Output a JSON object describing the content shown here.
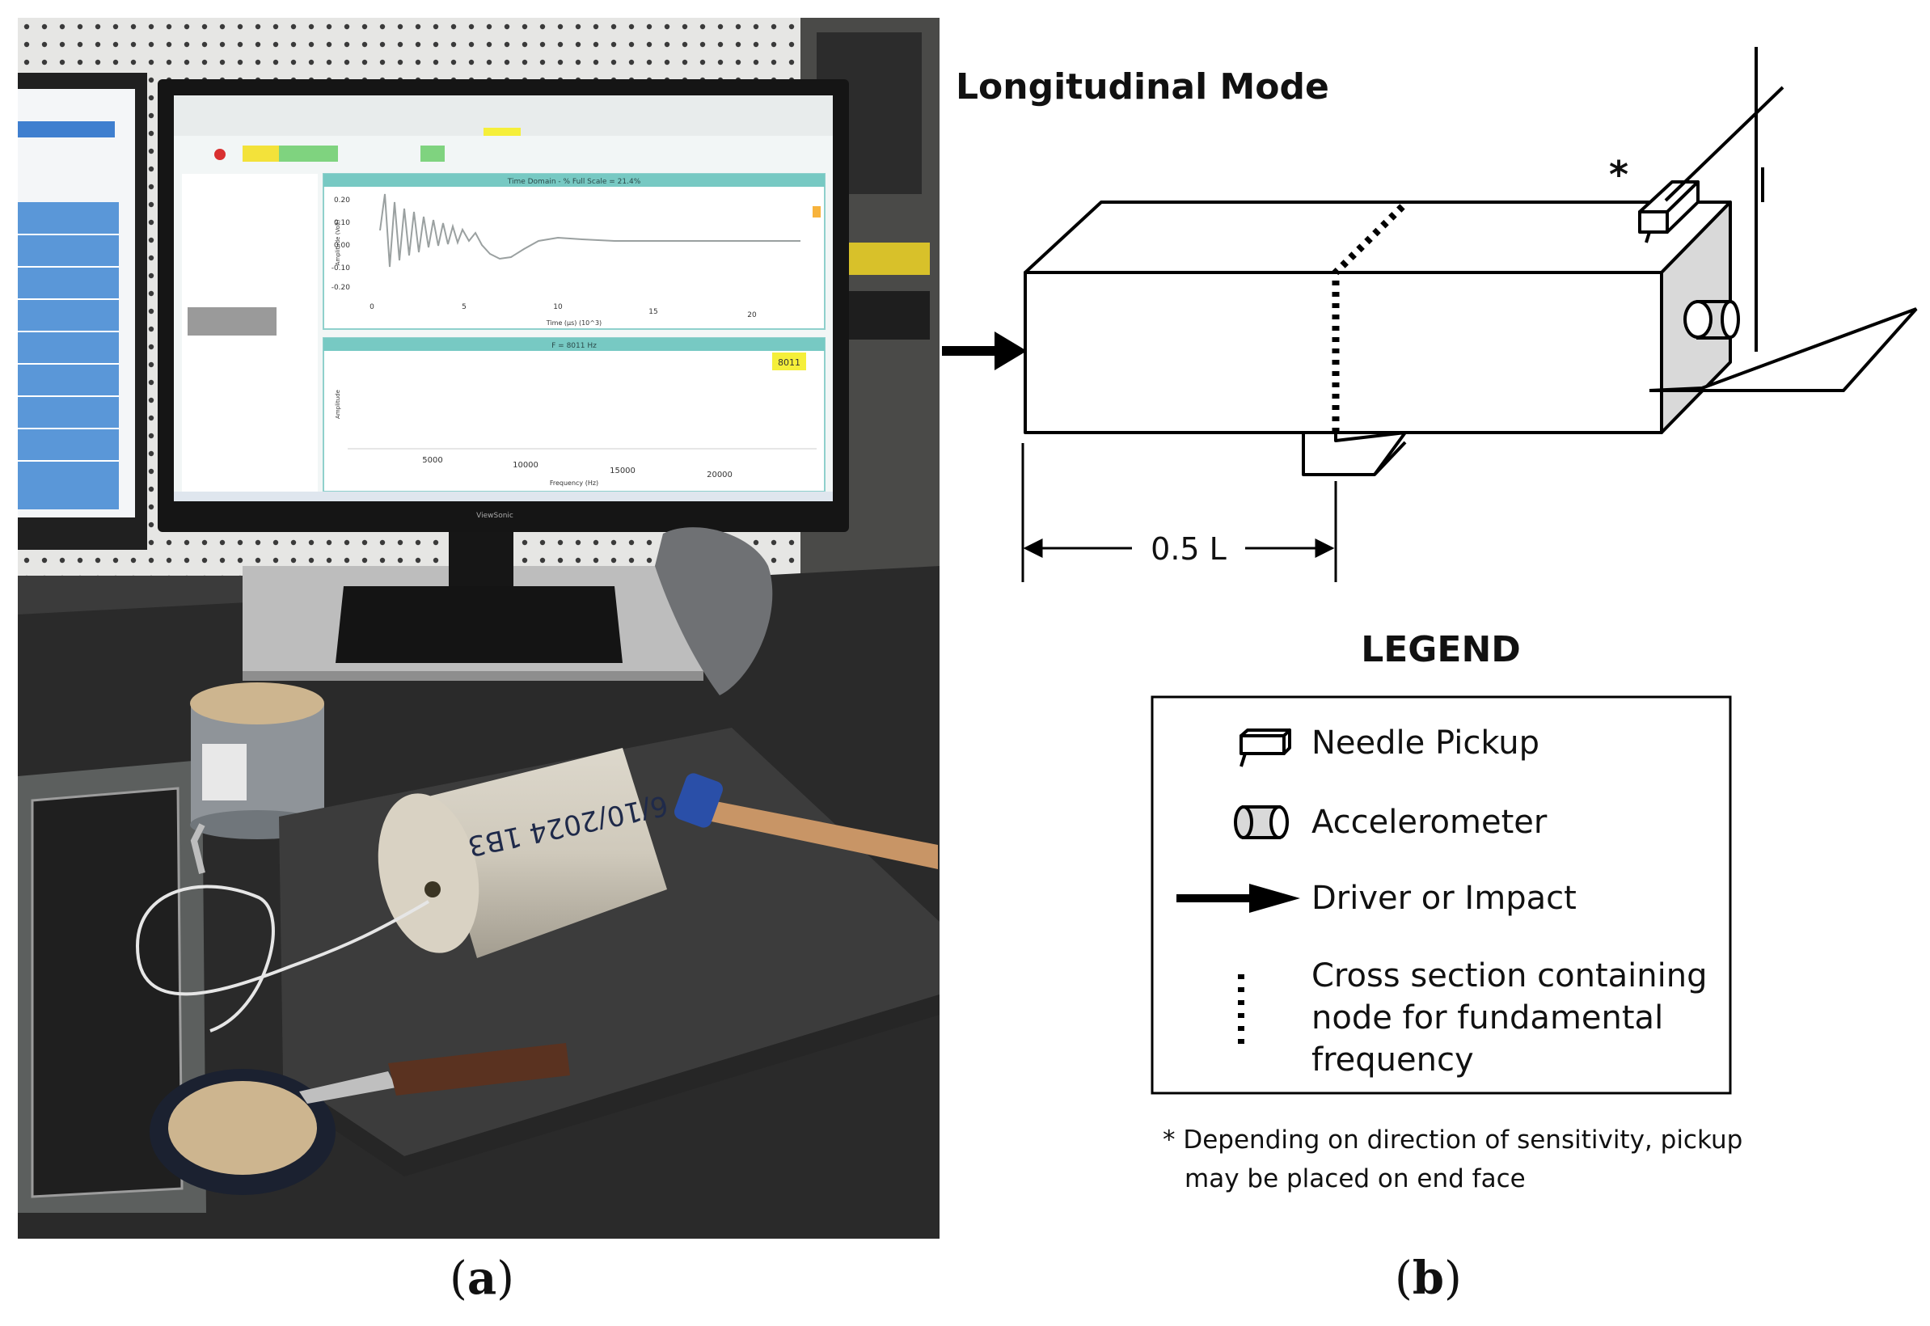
{
  "panel_a": {
    "caption_letter": "a",
    "screen": {
      "chart1_title": "Time Domain - % Full Scale = 21.4%",
      "chart1_ylabel": "Amplitude (Volt)",
      "chart1_xlabel": "Time (µs) (10^3)",
      "chart1_yticks": [
        "0.20",
        "0.10",
        "0.00",
        "-0.10",
        "-0.20"
      ],
      "chart1_xticks": [
        "0",
        "5",
        "10",
        "15",
        "20"
      ],
      "chart2_title": "F = 8011 Hz",
      "chart2_ylabel": "Amplitude",
      "chart2_xlabel": "Frequency (Hz)",
      "chart2_xticks": [
        "5000",
        "10000",
        "15000",
        "20000"
      ],
      "chart2_badge": "8011",
      "monitor_brand": "ViewSonic"
    },
    "specimen_label": "6/10/2024 1B3"
  },
  "panel_b": {
    "caption_letter": "b",
    "title": "Longitudinal Mode",
    "asterisk": "*",
    "dimension_label": "0.5 L",
    "legend_title": "LEGEND",
    "legend_items": [
      {
        "icon": "needle-pickup-icon",
        "label": "Needle Pickup"
      },
      {
        "icon": "accelerometer-icon",
        "label": "Accelerometer"
      },
      {
        "icon": "arrow-right-icon",
        "label": "Driver or Impact"
      },
      {
        "icon": "dotted-line-icon",
        "label_lines": [
          "Cross section containing",
          "node for fundamental",
          "frequency"
        ]
      }
    ],
    "footnote_lines": [
      "* Depending on direction of sensitivity, pickup",
      "may be placed on end face"
    ]
  }
}
